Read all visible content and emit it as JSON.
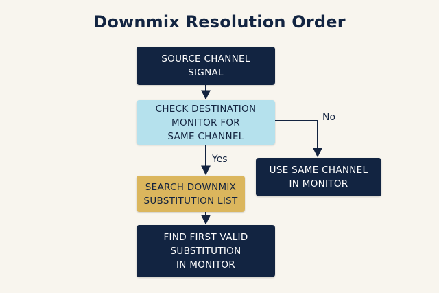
{
  "title": "Downmix Resolution Order",
  "nodes": {
    "source": "SOURCE CHANNEL\nSIGNAL",
    "check": "CHECK DESTINATION\nMONITOR FOR\nSAME CHANNEL",
    "search": "SEARCH DOWNMIX\nSUBSTITUTION LIST",
    "find": "FIND FIRST VALID\nSUBSTITUTION\nIN MONITOR",
    "same": "USE SAME CHANNEL\nIN MONITOR"
  },
  "edges": {
    "no": "No",
    "yes": "Yes"
  },
  "colors": {
    "background": "#f8f5ee",
    "dark_navy": "#122441",
    "light_blue": "#b5e1ed",
    "gold": "#dbb65d"
  }
}
